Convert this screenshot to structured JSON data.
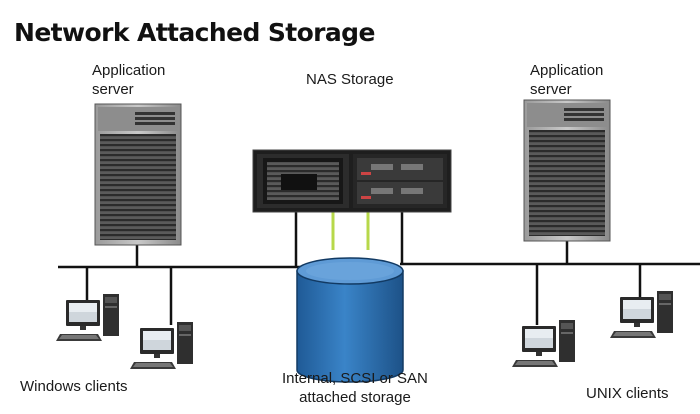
{
  "title": "Network Attached Storage",
  "labels": {
    "app_server_left": [
      "Application",
      "server"
    ],
    "nas_storage": "NAS Storage",
    "app_server_right": [
      "Application",
      "server"
    ],
    "windows_clients": "Windows clients",
    "storage": [
      "Internal, SCSI or SAN",
      "attached storage"
    ],
    "unix_clients": "UNIX clients"
  },
  "icons": {
    "server": "tower-server-icon",
    "nas": "rack-storage-icon",
    "storage": "database-cylinder-icon",
    "client": "desktop-computer-icon"
  },
  "colors": {
    "network_line": "#111111",
    "fiber_link": "#b7d84a",
    "storage_fill": "#2f6fb0",
    "storage_top": "#5f9bd6",
    "server_dark": "#3a3a3a",
    "server_grille": "#6f6f6f"
  }
}
